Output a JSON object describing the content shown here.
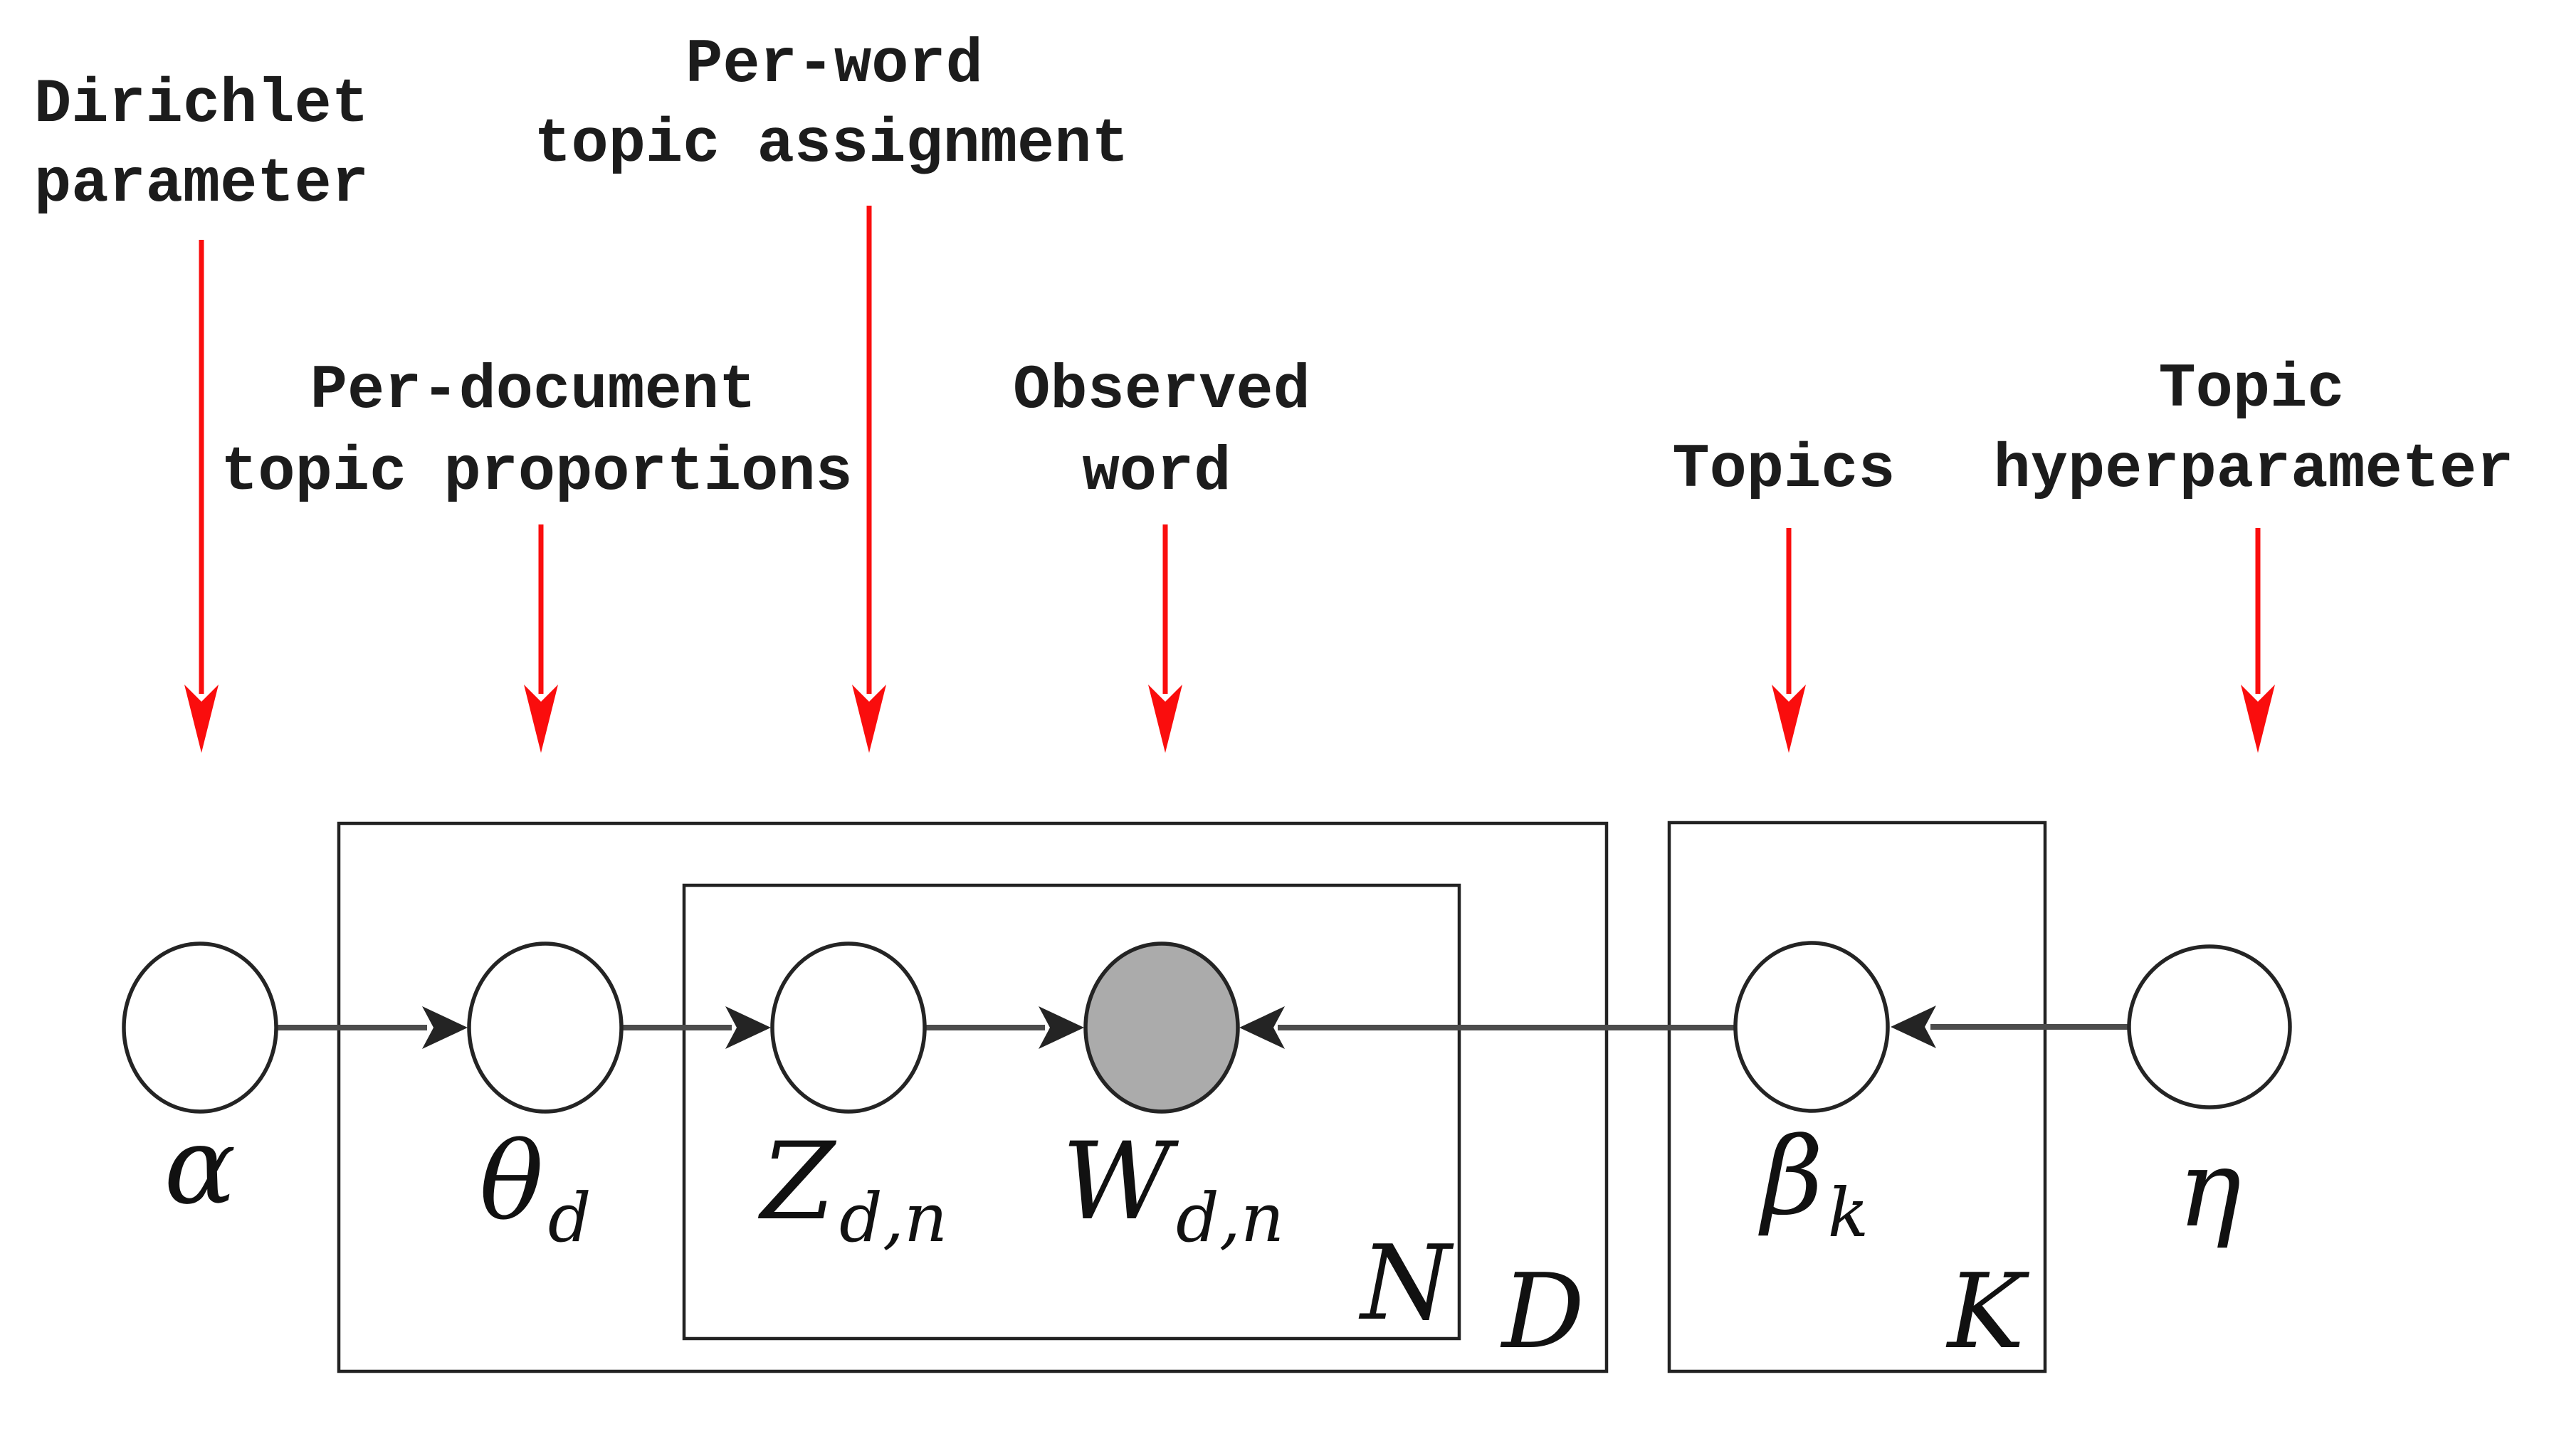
{
  "figure": {
    "background": "#ffffff",
    "annotation_color": "#1c1c1c",
    "arrow_red": "#fa0d0d",
    "line_color": "#4c4c4c",
    "plate_color": "#222222",
    "node_stroke": "#242424",
    "observed_fill": "#ababab",
    "hidden_fill": "#ffffff",
    "text_color": "#111111"
  },
  "annotations": [
    {
      "id": "dirichlet-parameter",
      "lines": [
        "Dirichlet",
        "parameter"
      ]
    },
    {
      "id": "per-document-topic-proportions",
      "lines": [
        "Per-document",
        "topic proportions"
      ]
    },
    {
      "id": "per-word-topic-assignment",
      "lines": [
        "Per-word",
        "topic assignment"
      ]
    },
    {
      "id": "observed-word",
      "lines": [
        "Observed",
        "word"
      ]
    },
    {
      "id": "topics",
      "lines": [
        "Topics"
      ]
    },
    {
      "id": "topic-hyperparameter",
      "lines": [
        "Topic",
        "hyperparameter"
      ]
    }
  ],
  "nodes": [
    {
      "id": "alpha",
      "symbol": "α",
      "subscript": "",
      "observed": false
    },
    {
      "id": "theta-d",
      "symbol": "θ",
      "subscript": "d",
      "observed": false
    },
    {
      "id": "z-dn",
      "symbol": "Z",
      "subscript": "d,n",
      "observed": false
    },
    {
      "id": "w-dn",
      "symbol": "W",
      "subscript": "d,n",
      "observed": true
    },
    {
      "id": "beta-k",
      "symbol": "β",
      "subscript": "k",
      "observed": false
    },
    {
      "id": "eta",
      "symbol": "η",
      "subscript": "",
      "observed": false
    }
  ],
  "plates": [
    {
      "id": "plate-N",
      "label": "N"
    },
    {
      "id": "plate-D",
      "label": "D"
    },
    {
      "id": "plate-K",
      "label": "K"
    }
  ]
}
